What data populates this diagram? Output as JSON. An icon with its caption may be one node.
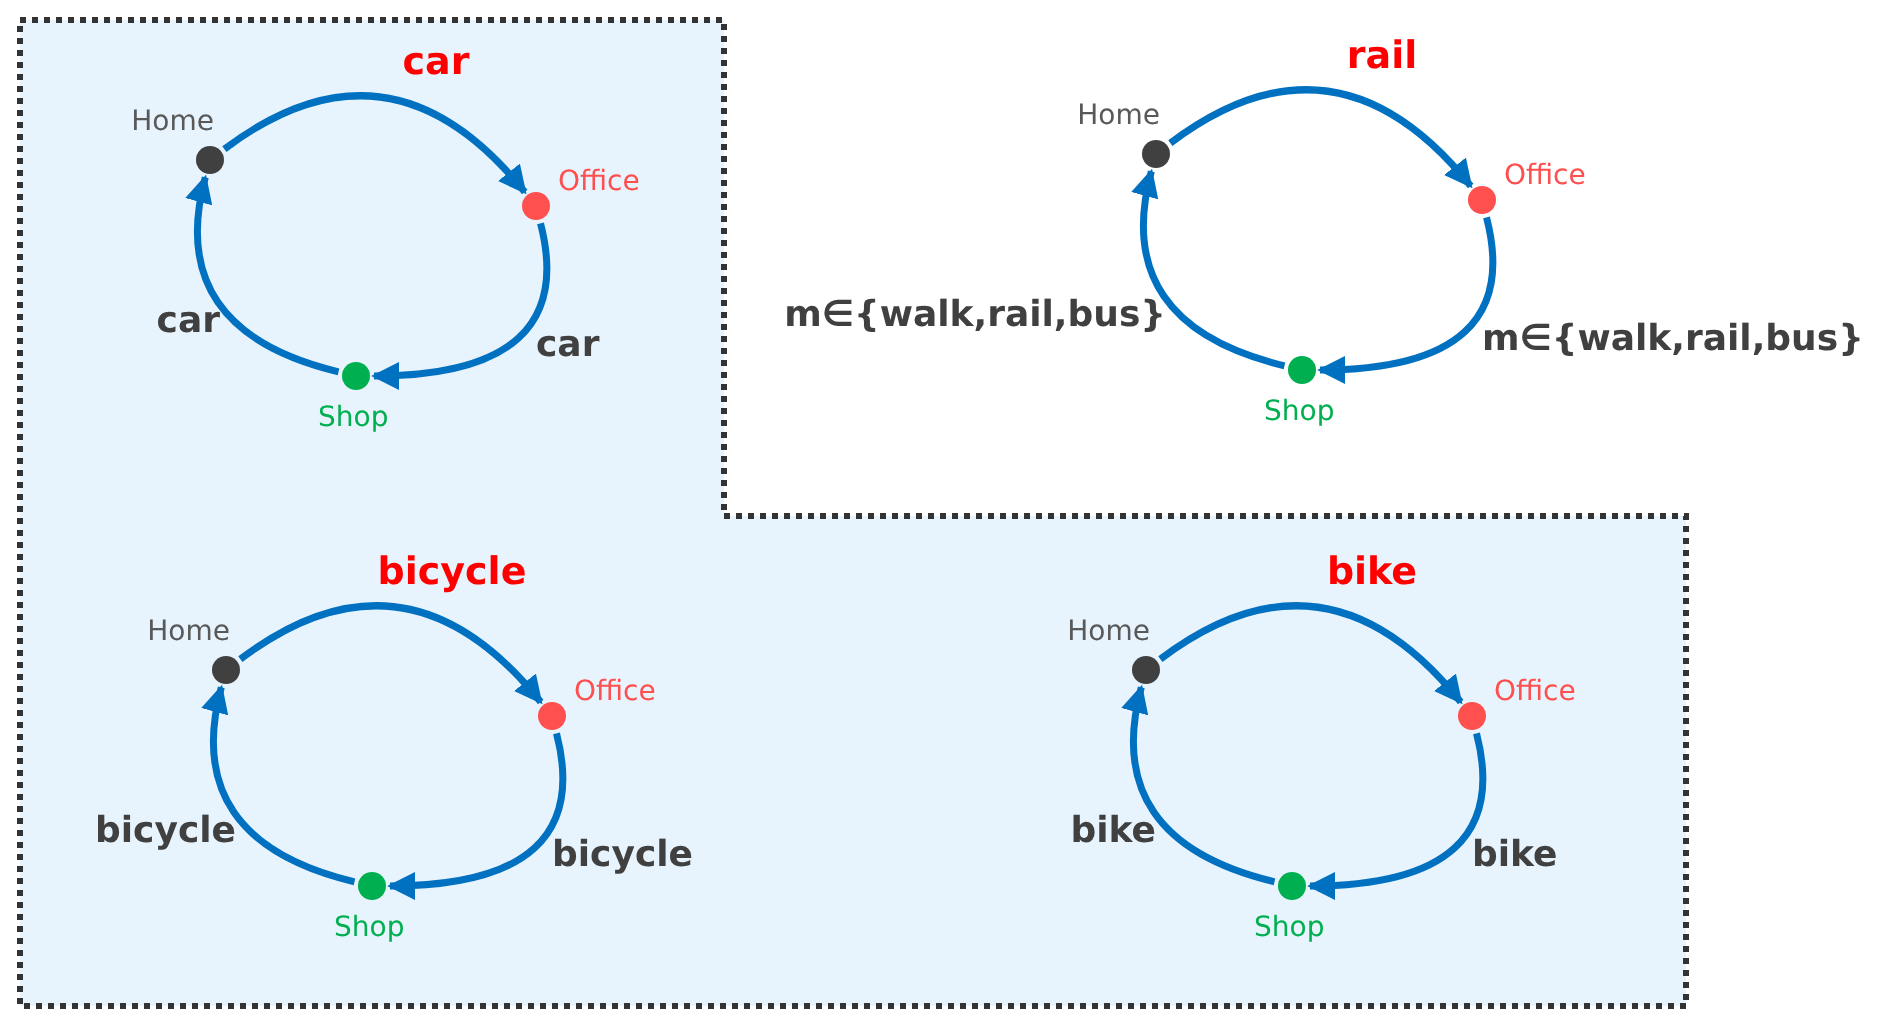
{
  "diagram": {
    "nodes": [
      {
        "text": [
          "Home"
        ]
      },
      {
        "text": [
          "Office"
        ]
      },
      {
        "text": [
          "Shop"
        ]
      },
      {
        "text": [
          "Home"
        ]
      },
      {
        "text": [
          "Office"
        ]
      },
      {
        "text": [
          "Shop"
        ]
      },
      {
        "text": [
          "Home"
        ]
      },
      {
        "text": [
          "Office"
        ]
      },
      {
        "text": [
          "Shop"
        ]
      },
      {
        "text": [
          "Home"
        ]
      },
      {
        "text": [
          "Office"
        ]
      },
      {
        "text": [
          "Shop"
        ]
      }
    ],
    "edges": [
      {
        "from": 0,
        "to": 1,
        "arrow": "to"
      },
      {
        "from": 1,
        "to": 2,
        "arrow": "to",
        "label": "car"
      },
      {
        "from": 2,
        "to": 0,
        "arrow": "to",
        "label": "car"
      },
      {
        "from": 3,
        "to": 4,
        "arrow": "to"
      },
      {
        "from": 4,
        "to": 5,
        "arrow": "to",
        "label": "m∈{walk,rail,bus}"
      },
      {
        "from": 5,
        "to": 3,
        "arrow": "to",
        "label": "m∈{walk,rail,bus}"
      },
      {
        "from": 6,
        "to": 7,
        "arrow": "to"
      },
      {
        "from": 7,
        "to": 8,
        "arrow": "to",
        "label": "bicycle"
      },
      {
        "from": 8,
        "to": 6,
        "arrow": "to",
        "label": "bicycle"
      },
      {
        "from": 9,
        "to": 10,
        "arrow": "to"
      },
      {
        "from": 10,
        "to": 11,
        "arrow": "to",
        "label": "bike"
      },
      {
        "from": 11,
        "to": 9,
        "arrow": "to",
        "label": "bike"
      }
    ],
    "labels": [
      "car",
      "rail",
      "bicycle",
      "bike"
    ]
  }
}
